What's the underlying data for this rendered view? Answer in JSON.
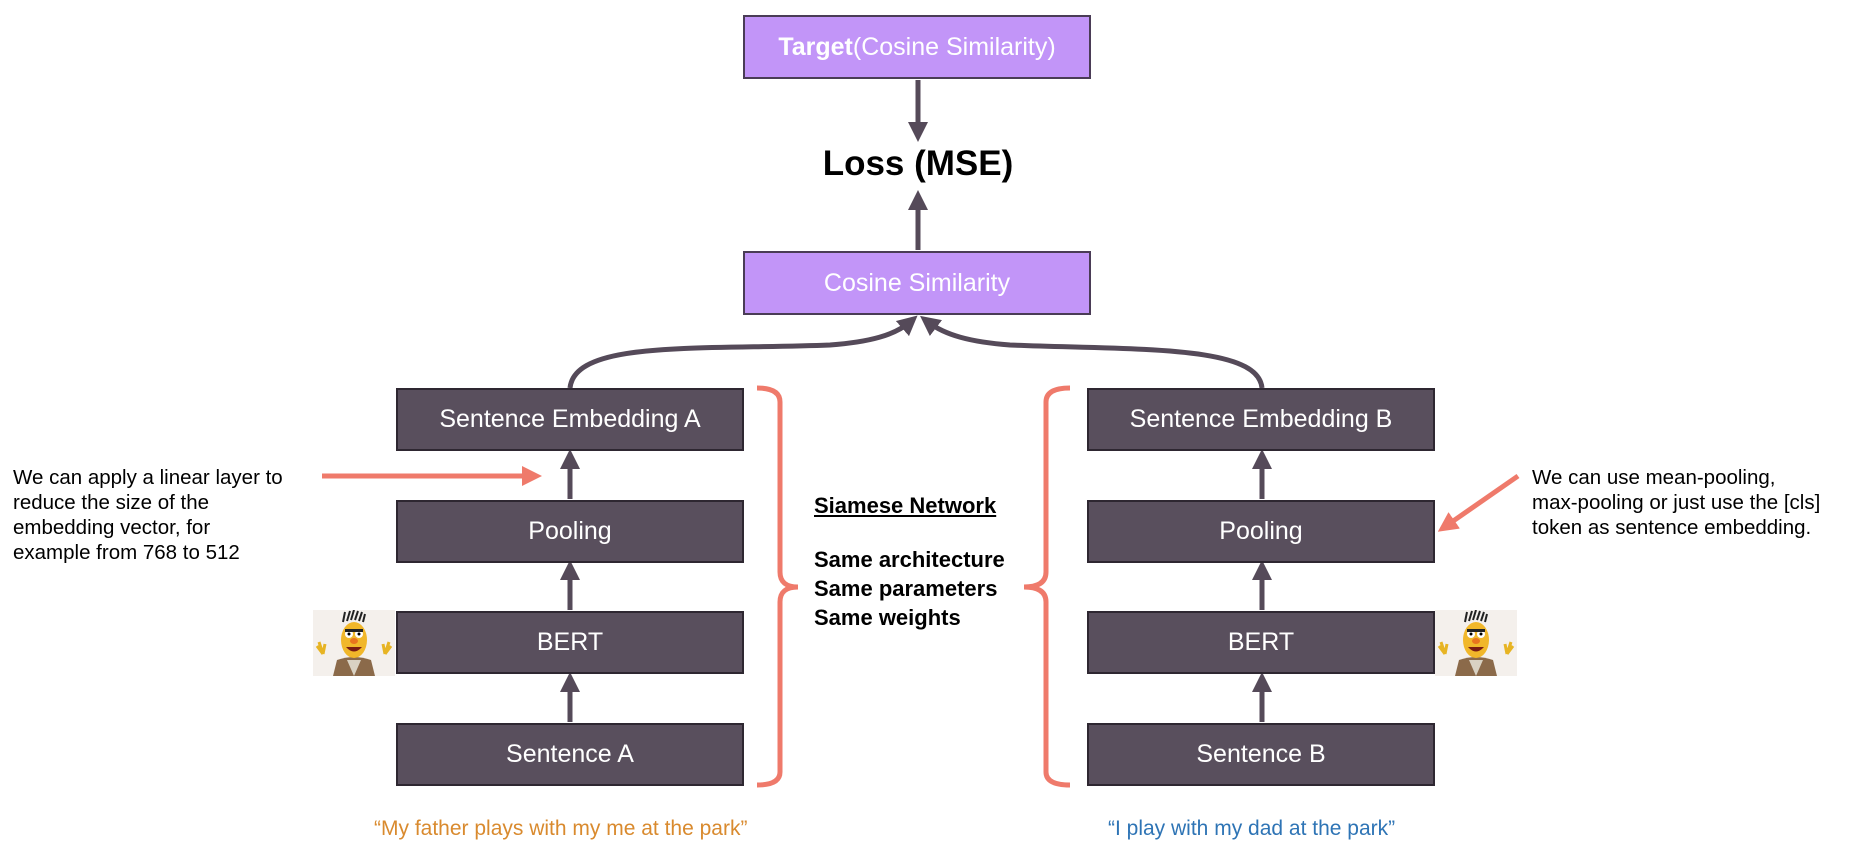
{
  "target": {
    "bold": "Target",
    "rest": " (Cosine Similarity)"
  },
  "loss": "Loss (MSE)",
  "cosine_similarity": "Cosine Similarity",
  "left": {
    "embedding": "Sentence Embedding A",
    "pooling": "Pooling",
    "bert": "BERT",
    "sentence": "Sentence A",
    "quote": "“My father plays with my me at the park”",
    "note": "We can apply a linear layer to\nreduce the size of the\nembedding vector, for\nexample from 768 to 512"
  },
  "right": {
    "embedding": "Sentence Embedding B",
    "pooling": "Pooling",
    "bert": "BERT",
    "sentence": "Sentence B",
    "quote": "“I play with my dad at the park”",
    "note": "We can use mean-pooling,\nmax-pooling or just use the [cls]\ntoken as sentence embedding."
  },
  "siamese": {
    "title": "Siamese Network",
    "lines": [
      "Same architecture",
      "Same parameters",
      "Same weights"
    ]
  },
  "colors": {
    "box_dark": "#594f5d",
    "box_purple": "#c295f8",
    "arrow": "#554a59",
    "bracket": "#ef7a6b",
    "quote_left": "#d98a2e",
    "quote_right": "#2e74b5"
  },
  "icons": [
    "bert-mascot-icon"
  ]
}
